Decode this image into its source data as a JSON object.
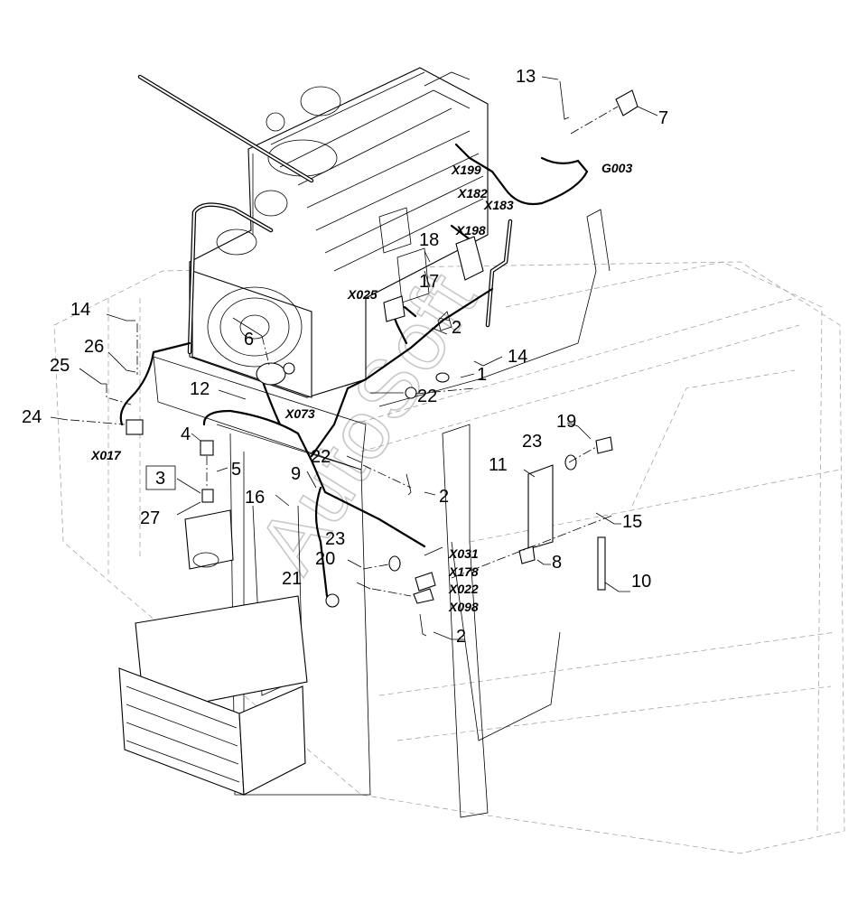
{
  "watermark": "AutoSoft",
  "callouts": {
    "n1": "1",
    "n2a": "2",
    "n2b": "2",
    "n2c": "2",
    "n3": "3",
    "n4": "4",
    "n5": "5",
    "n6": "6",
    "n7": "7",
    "n8": "8",
    "n9": "9",
    "n10": "10",
    "n11": "11",
    "n12": "12",
    "n13": "13",
    "n14a": "14",
    "n14b": "14",
    "n15": "15",
    "n16": "16",
    "n17": "17",
    "n18": "18",
    "n19": "19",
    "n20": "20",
    "n21": "21",
    "n22a": "22",
    "n22b": "22",
    "n23a": "23",
    "n23b": "23",
    "n24": "24",
    "n25": "25",
    "n26": "26",
    "n27": "27"
  },
  "connectors": {
    "x199": "X199",
    "g003": "G003",
    "x182": "X182",
    "x183": "X183",
    "x198": "X198",
    "x025": "X025",
    "x073": "X073",
    "x017": "X017",
    "x031": "X031",
    "x178": "X178",
    "x022": "X022",
    "x098": "X098"
  }
}
